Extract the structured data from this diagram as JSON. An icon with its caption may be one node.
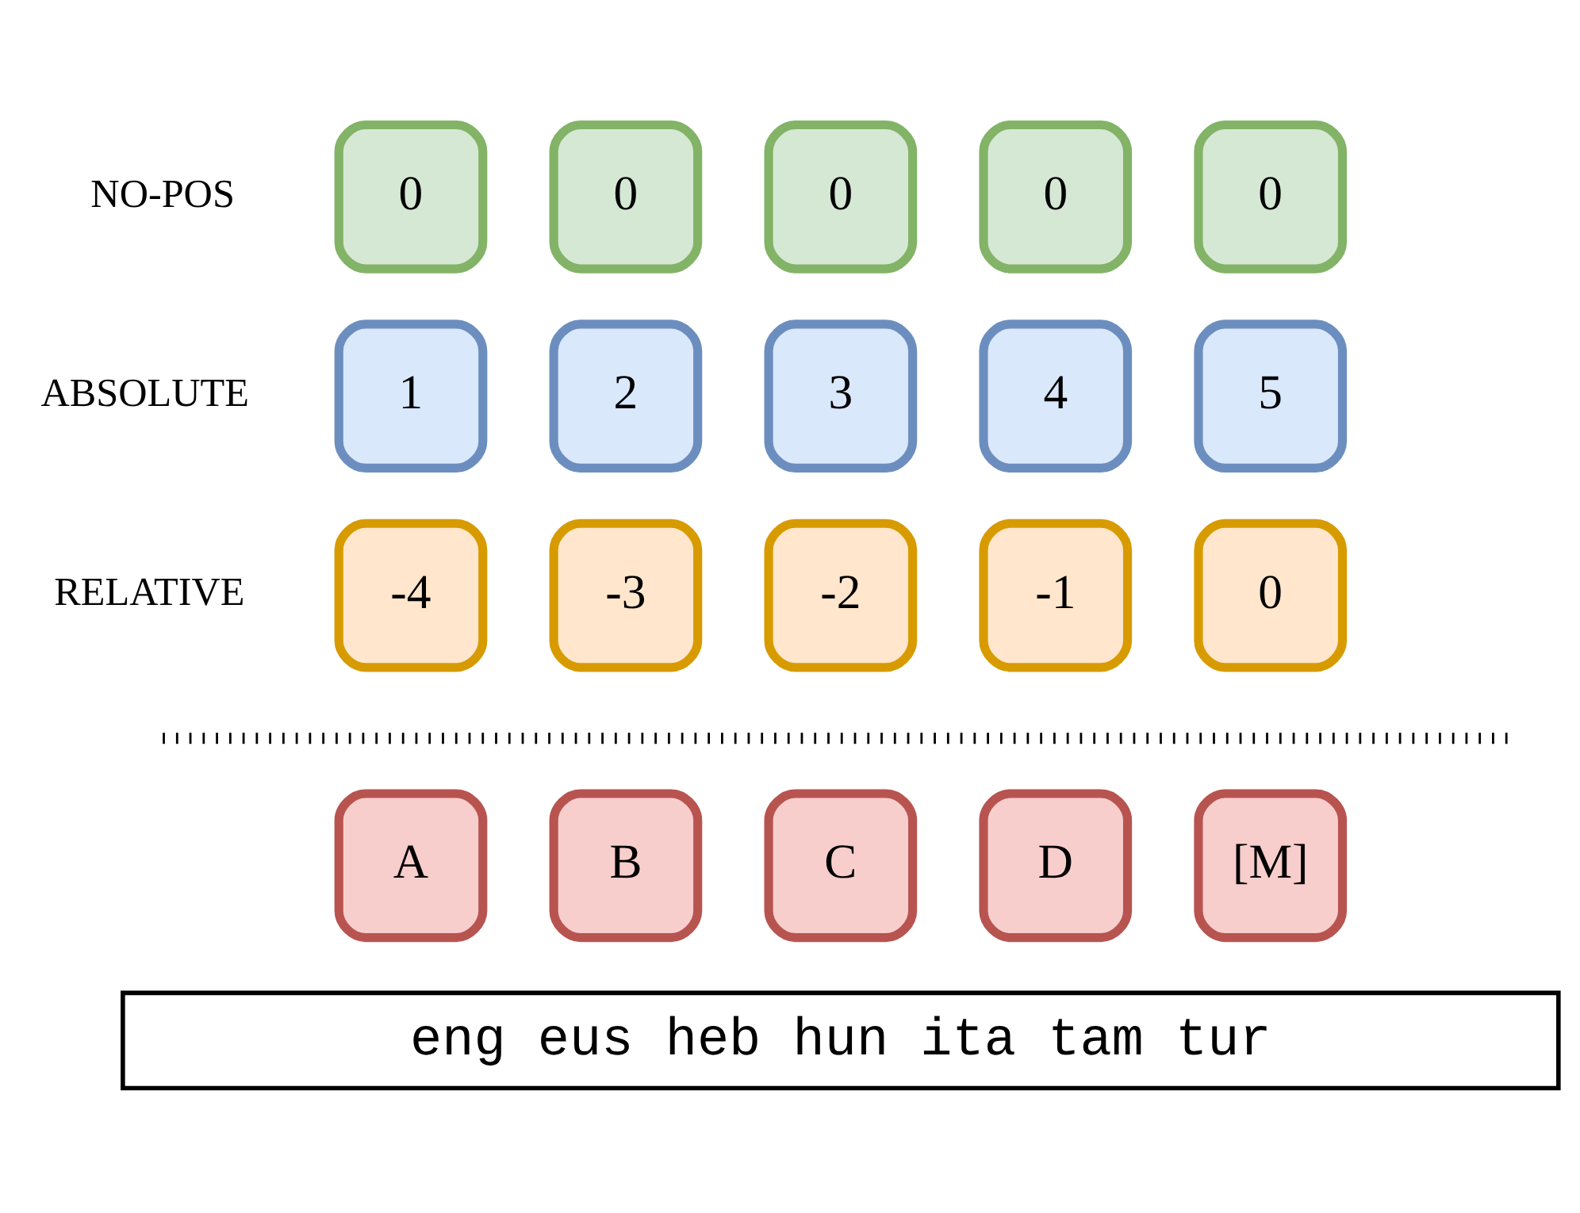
{
  "diagram": {
    "nodes": [
      {
        "text": [
          "0"
        ]
      },
      {
        "text": [
          "0"
        ]
      },
      {
        "text": [
          "0"
        ]
      },
      {
        "text": [
          "0"
        ]
      },
      {
        "text": [
          "0"
        ]
      },
      {
        "text": [
          "1"
        ]
      },
      {
        "text": [
          "2"
        ]
      },
      {
        "text": [
          "3"
        ]
      },
      {
        "text": [
          "4"
        ]
      },
      {
        "text": [
          "5"
        ]
      },
      {
        "text": [
          "-4"
        ]
      },
      {
        "text": [
          "-3"
        ]
      },
      {
        "text": [
          "-2"
        ]
      },
      {
        "text": [
          "-1"
        ]
      },
      {
        "text": [
          "0"
        ]
      },
      {
        "text": [
          "A"
        ]
      },
      {
        "text": [
          "B"
        ]
      },
      {
        "text": [
          "C"
        ]
      },
      {
        "text": [
          "D"
        ]
      },
      {
        "text": [
          "[M]"
        ]
      },
      {
        "text": [
          "eng eus heb hun ita tam tur"
        ]
      }
    ],
    "edges": [],
    "labels": [
      "NO-POS",
      "ABSOLUTE",
      "RELATIVE"
    ]
  }
}
